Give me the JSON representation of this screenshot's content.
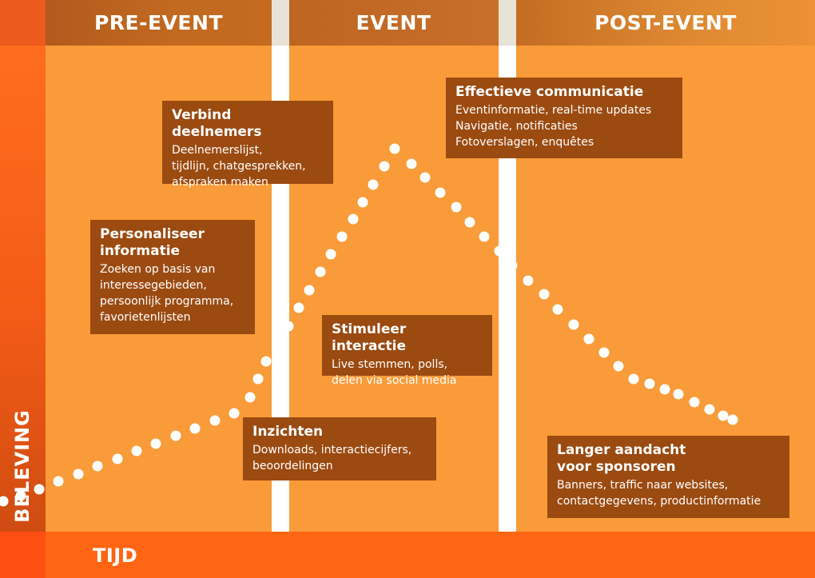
{
  "phases": {
    "pre": "PRE-EVENT",
    "event": "EVENT",
    "post": "POST-EVENT"
  },
  "axes": {
    "y_label": "BELEVING",
    "x_label": "TIJD"
  },
  "boxes": {
    "verbind": {
      "title": "Verbind deelnemers",
      "text": "Deelnemerslijst,\ntijdlijn, chatgesprekken,\nafspraken maken"
    },
    "personaliseer": {
      "title": "Personaliseer\ninformatie",
      "text": "Zoeken op basis van\ninteressegebieden,\npersoonlijk programma,\nfavorietenlijsten"
    },
    "communicatie": {
      "title": "Effectieve communicatie",
      "text": "Eventinformatie, real-time updates\nNavigatie, notificaties\nFotoverslagen, enquêtes"
    },
    "interactie": {
      "title": "Stimuleer interactie",
      "text": "Live stemmen, polls,\ndelen via social media"
    },
    "inzichten": {
      "title": "Inzichten",
      "text": "Downloads, interactiecijfers,\nbeoordelingen"
    },
    "sponsoren": {
      "title": "Langer aandacht\nvoor sponsoren",
      "text": "Banners, traffic naar websites,\ncontactgegevens, productinformatie"
    }
  },
  "colors": {
    "background": "#f99b38",
    "box": "#9b4a10",
    "dots": "#ffffff",
    "accent": "#ff6512"
  }
}
